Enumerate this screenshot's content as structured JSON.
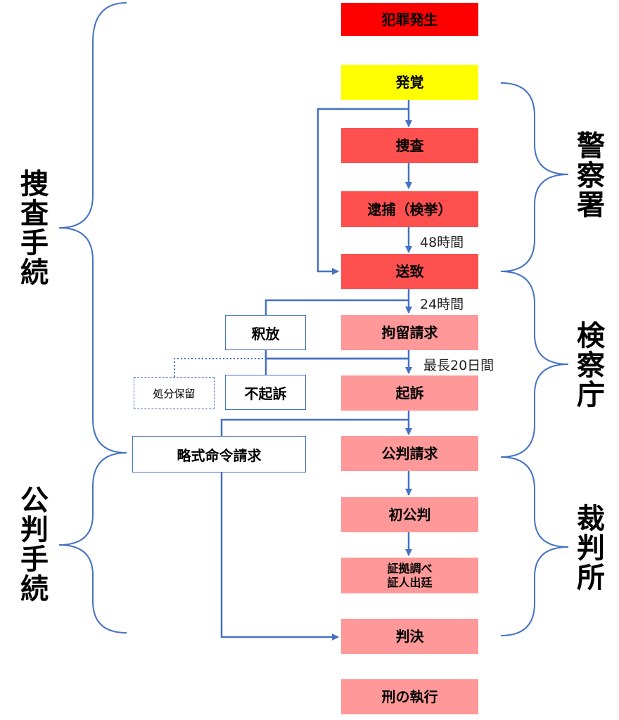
{
  "colors": {
    "stage_start": "#ff0000",
    "stage_discovery": "#ffff00",
    "stage_police": "#ff5050",
    "stage_later": "#ff9999",
    "connector": "#4472c4"
  },
  "flow": {
    "crime": "犯罪発生",
    "discovery": "発覚",
    "investigation": "捜査",
    "arrest": "逮捕（検挙）",
    "referral": "送致",
    "detention_request": "拘留請求",
    "indictment": "起訴",
    "trial_request": "公判請求",
    "first_trial": "初公判",
    "evidence": "証拠調べ\n証人出廷",
    "verdict": "判決",
    "execution": "刑の執行"
  },
  "branches": {
    "release": "釈放",
    "non_prosecution": "不起訴",
    "pending": "処分保留",
    "summary_order": "略式命令請求"
  },
  "time_notes": {
    "h48": "48時間",
    "h24": "24時間",
    "d20": "最長20日間"
  },
  "phases": {
    "investigation_procedure": "捜査手続",
    "trial_procedure": "公判手続"
  },
  "agencies": {
    "police": "警察署",
    "prosecutor": "検察庁",
    "court": "裁判所"
  }
}
